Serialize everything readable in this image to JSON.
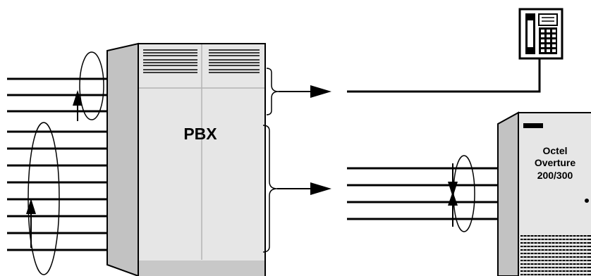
{
  "pbx": {
    "label": "PBX"
  },
  "voicemail": {
    "line1": "Octel",
    "line2": "Overture",
    "line3": "200/300"
  },
  "colors": {
    "line": "#000000",
    "cabinet_fill": "#e6e6e6",
    "cabinet_side": "#c2c2c2",
    "cabinet_base": "#c8c8c8",
    "cabinet_divider": "#b4b4b4"
  },
  "icons": [
    "telephone-icon",
    "arrow-right-icon",
    "arrow-up-icon",
    "arrow-down-icon",
    "brace-icon",
    "loop-icon"
  ]
}
